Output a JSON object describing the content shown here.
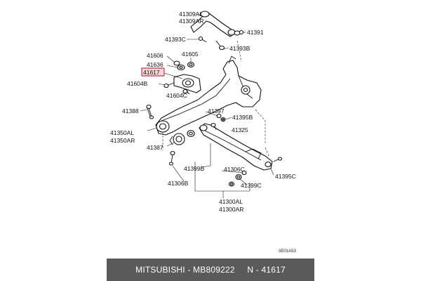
{
  "labels": {
    "l41309AL": "41309AL",
    "l41309AR": "41309AR",
    "l41391": "41391",
    "l41393C": "41393C",
    "l41393B": "41393B",
    "l41606": "41606",
    "l41605": "41605",
    "l41636": "41636",
    "l41617": "41617",
    "l41604B": "41604B",
    "l41604C": "41604C",
    "l41388": "41388",
    "l41397": "41397",
    "l41395B": "41395B",
    "l41325": "41325",
    "l41350AL": "41350AL",
    "l41350AR": "41350AR",
    "l41387": "41387",
    "l41399B": "41399B",
    "l41306C": "41306C",
    "l41395C": "41395C",
    "l41306B": "41306B",
    "l41399C": "41399C",
    "l41300AL": "41300AL",
    "l41300AR": "41300AR",
    "code": "3E01A53"
  },
  "highlight_color": "#d23343",
  "footer": {
    "text": "MITSUBISHI - MB809222     N - 41617"
  }
}
